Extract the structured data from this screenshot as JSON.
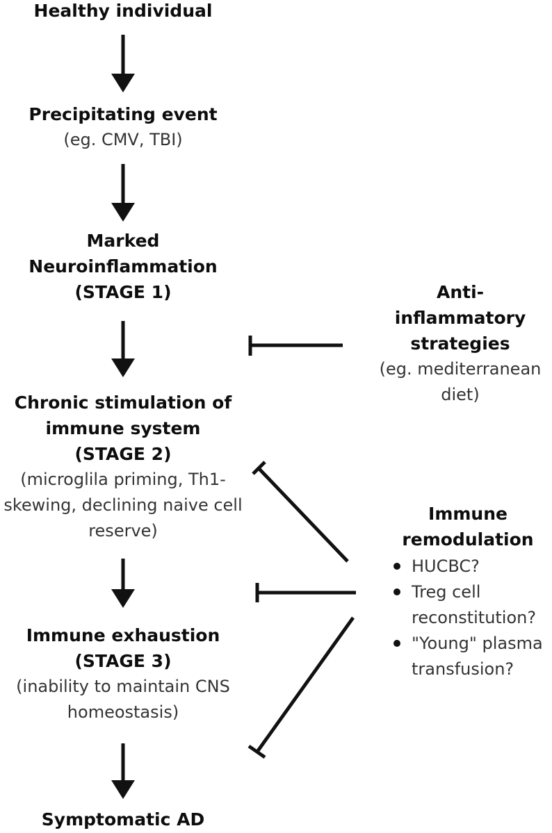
{
  "stages": [
    {
      "title_lines": [
        "Healthy individual"
      ],
      "detail_lines": []
    },
    {
      "title_lines": [
        "Precipitating event"
      ],
      "detail_lines": [
        "(eg. CMV, TBI)"
      ]
    },
    {
      "title_lines": [
        "Marked",
        "Neuroinflammation",
        "(STAGE 1)"
      ],
      "detail_lines": []
    },
    {
      "title_lines": [
        "Chronic stimulation of",
        "immune system",
        "(STAGE 2)"
      ],
      "detail_lines": [
        "(microglila priming, Th1-",
        "skewing, declining naive cell",
        "reserve)"
      ]
    },
    {
      "title_lines": [
        "Immune exhaustion",
        "(STAGE 3)"
      ],
      "detail_lines": [
        "(inability to maintain CNS",
        "homeostasis)"
      ]
    },
    {
      "title_lines": [
        "Symptomatic AD"
      ],
      "detail_lines": []
    }
  ],
  "interventions": {
    "anti_inflammatory": {
      "title_lines": [
        "Anti-",
        "inflammatory",
        "strategies"
      ],
      "detail_lines": [
        "(eg. mediterranean",
        "diet)"
      ]
    },
    "immune_remodulation": {
      "title_lines": [
        "Immune",
        "remodulation"
      ],
      "bullets": [
        {
          "lines": [
            "HUCBC?"
          ]
        },
        {
          "lines": [
            "Treg cell",
            "reconstitution?"
          ]
        },
        {
          "lines": [
            "\"Young\" plasma",
            "transfusion?"
          ]
        }
      ]
    }
  },
  "colors": {
    "arrow": "#111111",
    "title_text": "#0d0d0d",
    "detail_text": "#333333"
  }
}
